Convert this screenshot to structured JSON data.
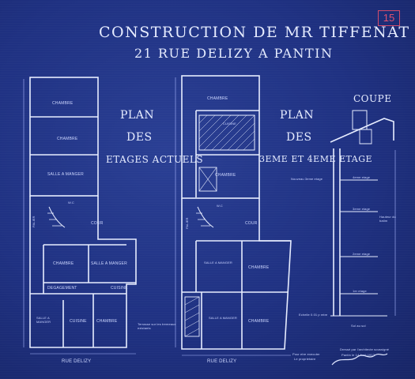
{
  "title": {
    "line1": "CONSTRUCTION DE MR TIFFENAT",
    "line2": "21 RUE DELIZY A PANTIN"
  },
  "stamp": "15",
  "left_plan": {
    "heading_1": "PLAN",
    "heading_2": "DES",
    "heading_3": "ETAGES ACTUELS",
    "rooms": [
      "CHAMBRE",
      "CHAMBRE",
      "SALLE A MANGER",
      "COUR",
      "CHAMBRE",
      "SALLE A MANGER",
      "DEGAGEMENT",
      "CUISINE",
      "SALLE A MANGER",
      "CUISINE",
      "CHAMBRE"
    ],
    "small_labels": [
      "W.C",
      "PALIER"
    ],
    "street": "RUE DELIZY",
    "note": "Terrasse sur les tremeaux existants"
  },
  "right_plan": {
    "heading_1": "PLAN",
    "heading_2": "DES",
    "heading_3": "3EME ET 4EME ETAGE",
    "rooms": [
      "CHAMBRE",
      "CUISINE",
      "CHAMBRE",
      "COUR",
      "SALLE A MANGER",
      "CHAMBRE",
      "SALLE A MANGER",
      "CHAMBRE"
    ],
    "small_labels": [
      "PALIER",
      "W.C"
    ],
    "street": "RUE DELIZY",
    "note_1": "Nouveau 3eme etage",
    "note_2": "Echelle 0.01 p mtre",
    "note_3": "Pour etre executer",
    "note_4": "Le proprietaire"
  },
  "section": {
    "heading": "COUPE",
    "floors": [
      "4eme etage",
      "3eme etage",
      "2eme etage",
      "1er etage"
    ],
    "note_1": "Hauteur du batim",
    "note_2": "Sol au sol"
  },
  "footer": {
    "note": "Dressé par l'architecte soussigné",
    "date": "Pantin le 14 Avril 1913"
  }
}
